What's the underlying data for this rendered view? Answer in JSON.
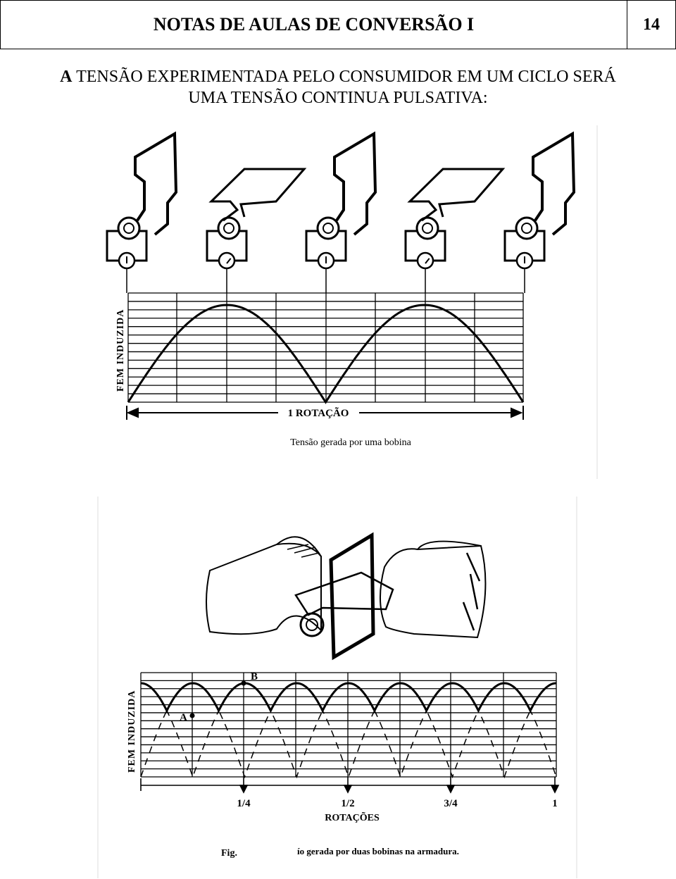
{
  "header": {
    "title": "NOTAS DE AULAS DE CONVERSÃO I",
    "page_number": "14"
  },
  "intro": {
    "lead_letter": "A",
    "line1_rest": "TENSÃO EXPERIMENTADA PELO CONSUMIDOR EM UM CICLO SERÁ",
    "line2": "UMA TENSÃO CONTINUA PULSATIVA:"
  },
  "figure1": {
    "ylabel": "FEM INDUZIDA",
    "xlabel": "1 ROTAÇÃO",
    "caption": "Tensão gerada por uma bobina"
  },
  "figure2": {
    "ylabel": "FEM INDUZIDA",
    "xlabel": "ROTAÇÕES",
    "point_a": "A",
    "point_b": "B",
    "ticks": [
      "1/4",
      "1/2",
      "3/4",
      "1"
    ],
    "caption_prefix": "Fig.",
    "caption_text": "ío gerada por duas bobinas na armadura."
  }
}
